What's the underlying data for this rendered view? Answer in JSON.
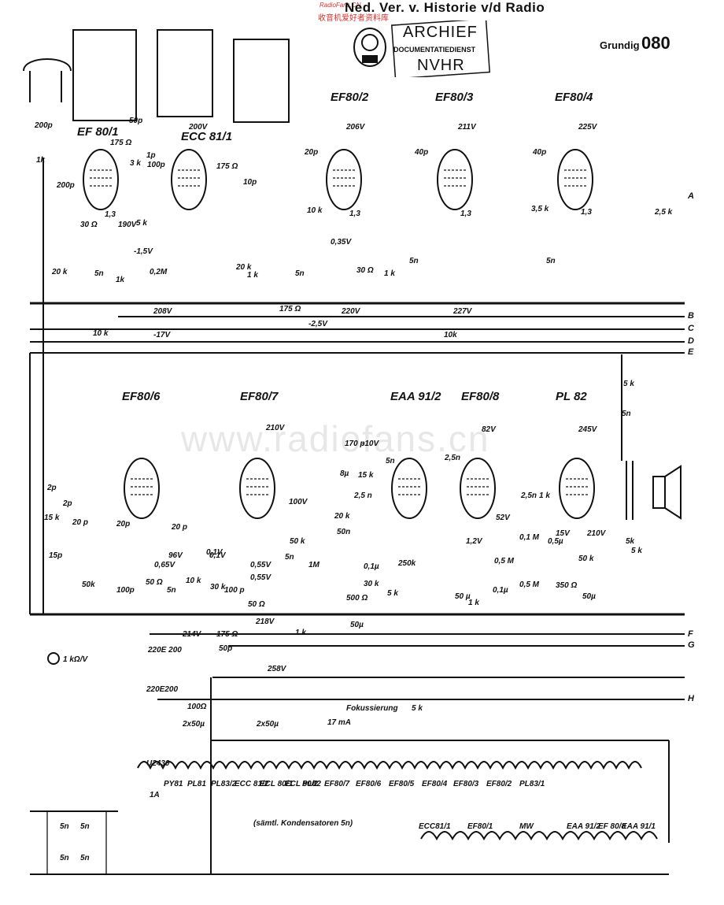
{
  "header": {
    "title": "Ned. Ver. v. Historie v/d Radio",
    "watermark_cn": "收音机爱好者资料库",
    "watermark_en": "RadioFans.CN",
    "brand": "Grundig",
    "model": "080",
    "stamp_line1": "ARCHIEF",
    "stamp_line2": "DOCUMENTATIEDIENST",
    "stamp_line3": "NVHR",
    "center_watermark": "www.radiofans.cn"
  },
  "tubes_top": [
    "EF 80/1",
    "ECC 81/1",
    "EF80/2",
    "EF80/3",
    "EF80/4"
  ],
  "tubes_bottom": [
    "EF80/6",
    "EF80/7",
    "EAA 91/2",
    "EF80/8",
    "PL 82"
  ],
  "voltages_top": [
    "200V",
    "206V",
    "211V",
    "225V",
    "190V",
    "208V",
    "-17V",
    "-2,5V",
    "220V",
    "227V",
    "-1,5V",
    "0,35V"
  ],
  "voltages_bottom": [
    "210V",
    "82V",
    "245V",
    "96V",
    "0,65V",
    "0,55V",
    "100V",
    "218V",
    "214V",
    "52V",
    "1,2V",
    "15V",
    "210V",
    "-10V",
    "258V",
    "0,1V"
  ],
  "bus_labels": [
    "A",
    "B",
    "C",
    "D",
    "E",
    "F",
    "G",
    "H"
  ],
  "components_top": [
    "200p",
    "1k",
    "50p",
    "175 Ω",
    "3 k",
    "1p",
    "100p",
    "175 Ω",
    "10p",
    "20p",
    "40p",
    "40p",
    "200p",
    "30 Ω",
    "10 k",
    "3,5 k",
    "2,5 k",
    "5n",
    "5n",
    "5n",
    "20 k",
    "1k",
    "5 k",
    "0,2M",
    "20 k",
    "1 k",
    "5n",
    "30 Ω",
    "1 k",
    "175 Ω",
    "10 k",
    "10k",
    "1,3",
    "1,3",
    "1,3",
    "1,3"
  ],
  "components_bottom": [
    "2p",
    "15p",
    "2p",
    "15 k",
    "20 p",
    "20p",
    "50k",
    "100p",
    "50 Ω",
    "5n",
    "10 k",
    "20 p",
    "0,1V",
    "30 k",
    "100 p",
    "0,55V",
    "50 Ω",
    "5n",
    "50 k",
    "1M",
    "170 p",
    "8µ",
    "15 k",
    "2,5 n",
    "5n",
    "2,5n",
    "20 k",
    "50n",
    "0,1µ",
    "250k",
    "30 k",
    "500 Ω",
    "5 k",
    "0,1 M",
    "0,5 M",
    "0,1µ",
    "0,5 M",
    "50 µ",
    "1 k",
    "2,5n",
    "1 k",
    "0,5µ",
    "50 k",
    "350 Ω",
    "50µ",
    "5 k",
    "5n",
    "50µ",
    "1 k",
    "175 Ω",
    "50p",
    "5k",
    "5 k"
  ],
  "power_section": {
    "meter_label": "1 kΩ/V",
    "rectifier1": "220E 200",
    "rectifier2": "220E200",
    "resistor_100": "100Ω",
    "cap_pair1": "2x50µ",
    "cap_pair2": "2x50µ",
    "focus_label": "Fokussierung",
    "focus_current": "17 mA",
    "focus_pot": "5 k",
    "fuse_type": "U2430",
    "fuse_value": "1A",
    "heater_chain": [
      "PY81",
      "PL81",
      "PL83/2",
      "ECC 81/2",
      "ECL 80/1",
      "ECL 80/2",
      "PL82",
      "EF80/7",
      "EF80/6",
      "EF80/5",
      "EF80/4",
      "EF80/3",
      "EF80/2",
      "PL83/1"
    ],
    "note": "(sämtl. Kondensatoren 5n)",
    "lower_chain": [
      "ECC81/1",
      "EF80/1",
      "MW",
      "EAA 91/2",
      "EF 80/8",
      "EAA 91/1"
    ],
    "mains_caps": [
      "5n",
      "5n",
      "5n",
      "5n"
    ]
  },
  "colors": {
    "ink": "#111111",
    "watermark_red": "#cc3333",
    "paper": "#ffffff"
  }
}
